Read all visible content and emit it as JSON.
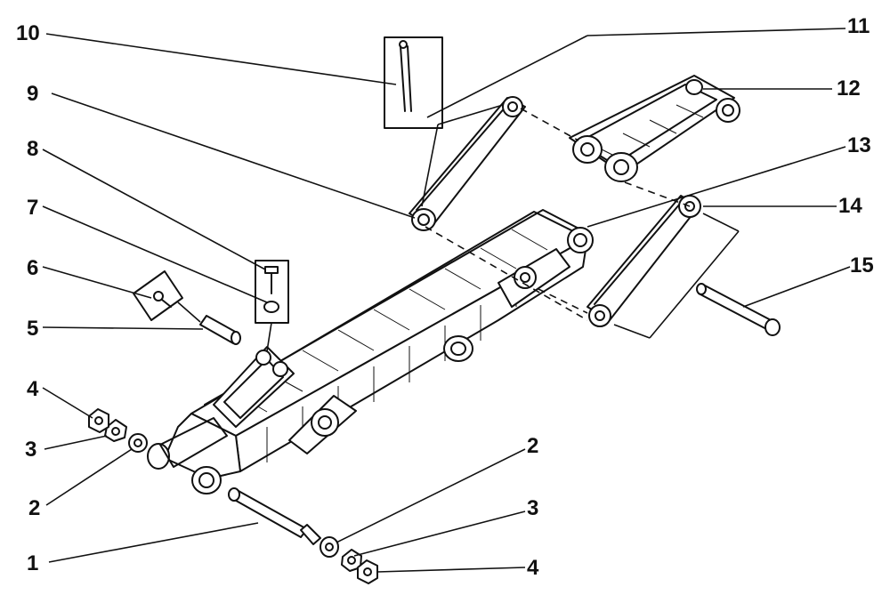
{
  "callouts": [
    {
      "label": "1"
    },
    {
      "label": "2"
    },
    {
      "label": "3"
    },
    {
      "label": "4"
    },
    {
      "label": "5"
    },
    {
      "label": "6"
    },
    {
      "label": "7"
    },
    {
      "label": "8"
    },
    {
      "label": "9"
    },
    {
      "label": "10"
    },
    {
      "label": "11"
    },
    {
      "label": "12"
    },
    {
      "label": "13"
    },
    {
      "label": "14"
    },
    {
      "label": "15"
    },
    {
      "label": "2"
    },
    {
      "label": "3"
    },
    {
      "label": "4"
    }
  ],
  "colors": {
    "ink": "#111111",
    "background": "#ffffff"
  }
}
